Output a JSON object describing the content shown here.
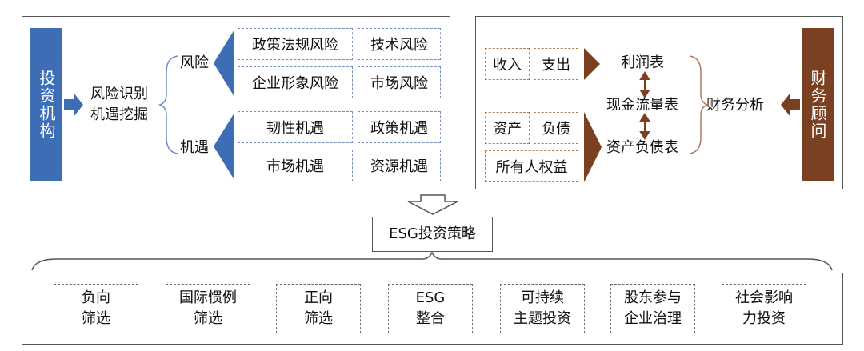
{
  "left_panel": {
    "institution_label": "投资机构",
    "process_line1": "风险识别",
    "process_line2": "机遇挖掘",
    "risk_label": "风险",
    "opportunity_label": "机遇",
    "risks": [
      "政策法规风险",
      "技术风险",
      "企业形象风险",
      "市场风险"
    ],
    "opportunities": [
      "韧性机遇",
      "政策机遇",
      "市场机遇",
      "资源机遇"
    ]
  },
  "right_panel": {
    "advisor_label": "财务顾问",
    "income": "收入",
    "expense": "支出",
    "assets": "资产",
    "liabilities": "负债",
    "equity": "所有人权益",
    "income_statement": "利润表",
    "cash_flow_statement": "现金流量表",
    "balance_sheet": "资产负债表",
    "analysis_label": "财务分析"
  },
  "center": {
    "strategy_label": "ESG投资策略"
  },
  "strategies": [
    [
      "负向",
      "筛选"
    ],
    [
      "国际惯例",
      "筛选"
    ],
    [
      "正向",
      "筛选"
    ],
    [
      "ESG",
      "整合"
    ],
    [
      "可持续",
      "主题投资"
    ],
    [
      "股东参与",
      "企业治理"
    ],
    [
      "社会影响",
      "力投资"
    ]
  ],
  "colors": {
    "blue": "#3d6db5",
    "brown": "#7b3f22",
    "border": "#555555"
  }
}
